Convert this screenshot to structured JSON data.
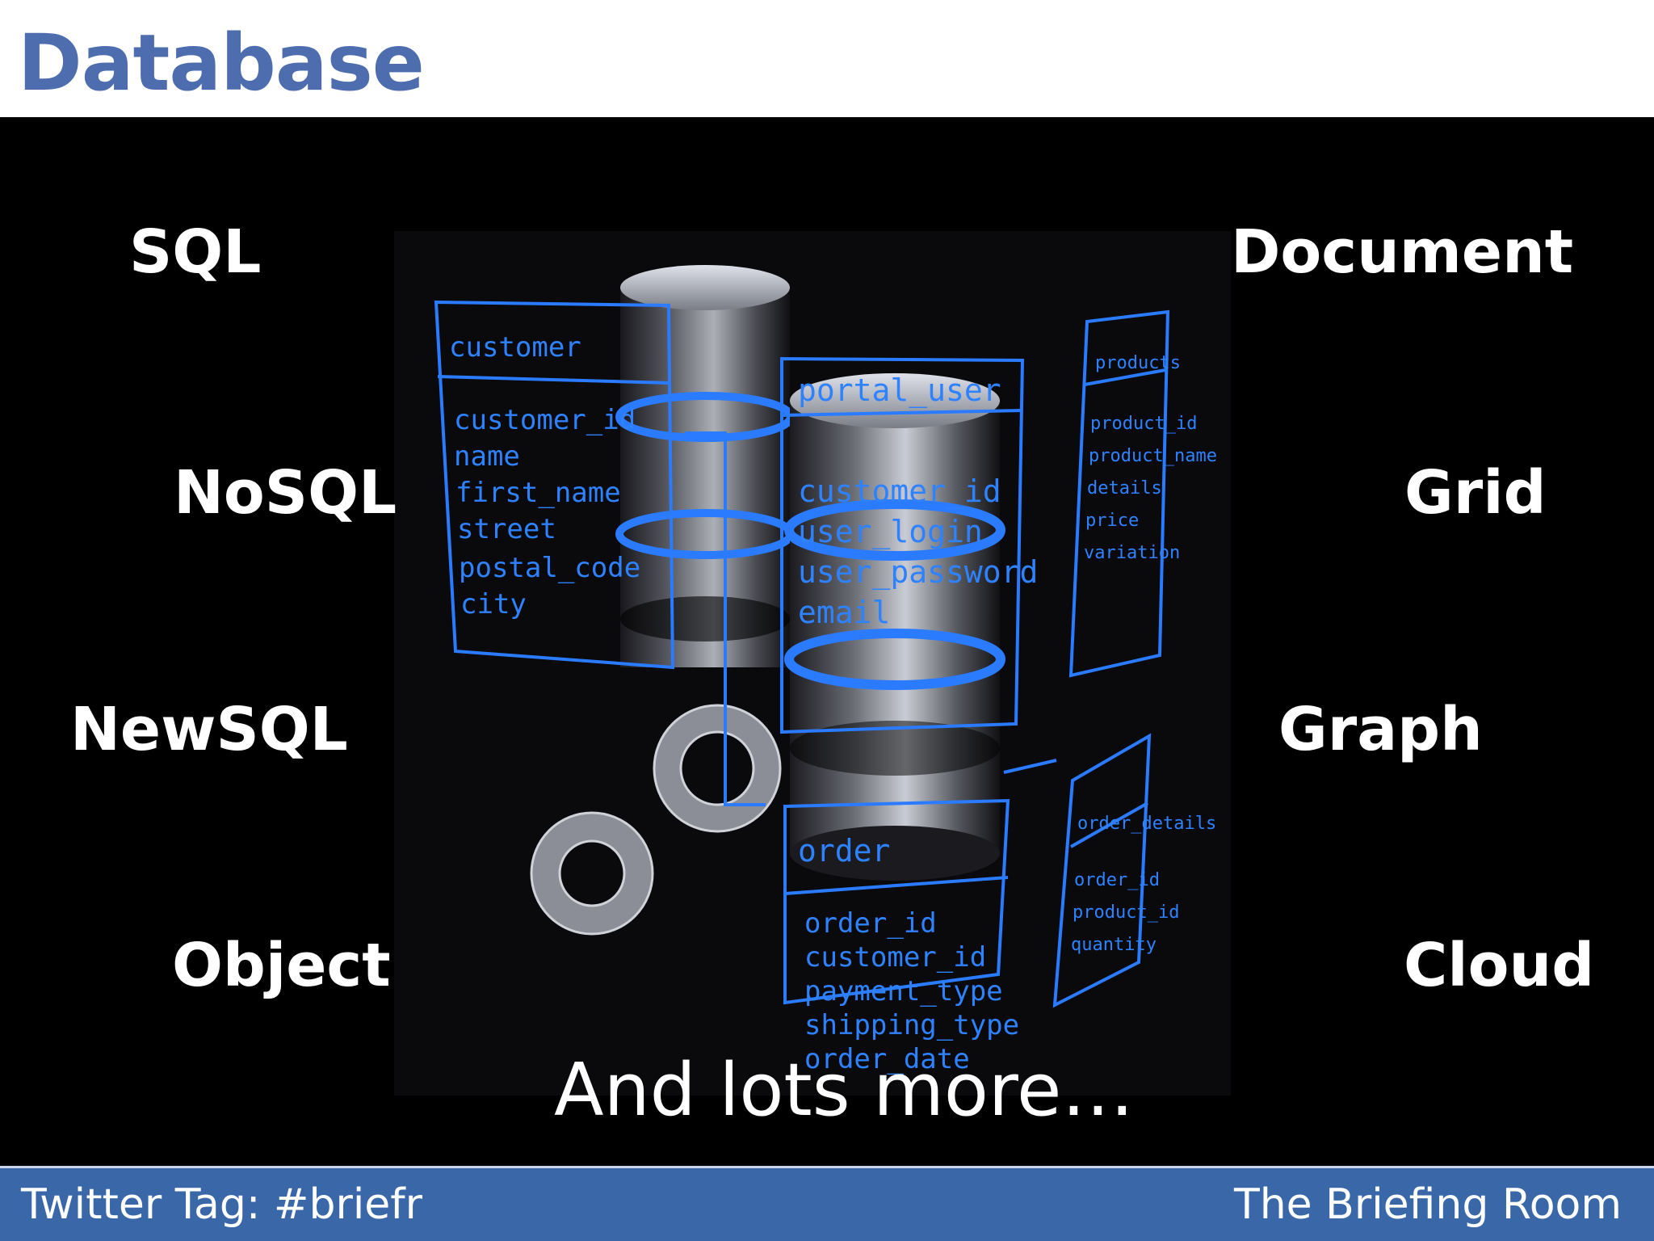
{
  "slide": {
    "title": "Database",
    "left_labels": [
      "SQL",
      "NoSQL",
      "NewSQL",
      "Object"
    ],
    "right_labels": [
      "Document",
      "Grid",
      "Graph",
      "Cloud"
    ],
    "more": "And lots more…"
  },
  "illustration": {
    "customer_table": {
      "header": "customer",
      "fields": [
        "customer_id",
        "name",
        "first_name",
        "street",
        "postal_code",
        "city"
      ]
    },
    "portal_user_table": {
      "header": "portal_user",
      "fields": [
        "customer_id",
        "user_login",
        "user_password",
        "email"
      ]
    },
    "order_table": {
      "header": "order",
      "fields": [
        "order_id",
        "customer_id",
        "payment_type",
        "shipping_type",
        "order_date"
      ]
    },
    "products_table": {
      "header": "products",
      "fields": [
        "product_id",
        "product_name",
        "details",
        "price",
        "variation"
      ]
    },
    "order_details_table": {
      "header": "order_details",
      "fields": [
        "order_id",
        "product_id",
        "quantity"
      ]
    },
    "accent_color": "#2a7bff"
  },
  "footer": {
    "left": "Twitter Tag: #briefr",
    "right": "The Briefing Room"
  }
}
